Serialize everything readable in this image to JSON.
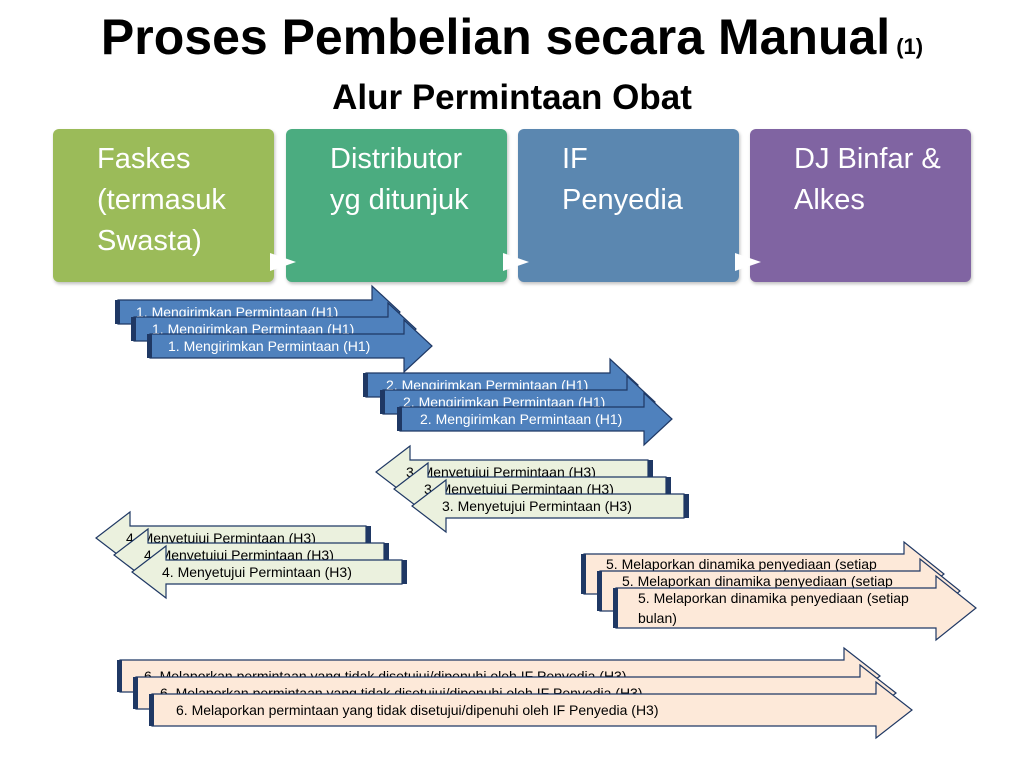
{
  "header": {
    "title": "Proses Pembelian secara Manual",
    "title_number": "(1)",
    "subtitle": "Alur Permintaan Obat"
  },
  "boxes": [
    {
      "lines": [
        "Faskes",
        "(termasuk",
        "Swasta)"
      ],
      "color": "#9bbb59"
    },
    {
      "lines": [
        "Distributor",
        "yg ditunjuk"
      ],
      "color": "#4bac80"
    },
    {
      "lines": [
        "IF",
        "Penyedia"
      ],
      "color": "#5b87b0"
    },
    {
      "lines": [
        "DJ Binfar &",
        "Alkes"
      ],
      "color": "#8064a2"
    }
  ],
  "steps": [
    {
      "text": "1. Mengirimkan Permintaan (H1)",
      "direction": "right",
      "color": "#4f81bd",
      "label_color": "#1f3864"
    },
    {
      "text": "2. Mengirimkan Permintaan (H1)",
      "direction": "right",
      "color": "#4f81bd",
      "label_color": "#1f3864"
    },
    {
      "text": "3. Menyetujui Permintaan (H3)",
      "direction": "left",
      "color": "#ebf1de",
      "label_color": "#1f3864"
    },
    {
      "text": "4. Menyetujui Permintaan (H3)",
      "direction": "left",
      "color": "#ebf1de",
      "label_color": "#1f3864"
    },
    {
      "text_lines": [
        "5. Melaporkan dinamika  penyediaan (setiap",
        "bulan)"
      ],
      "direction": "right",
      "color": "#fde9d9",
      "label_color": "#1f3864"
    },
    {
      "text": "6. Melaporkan permintaan yang tidak disetujui/dipenuhi oleh IF Penyedia (H3)",
      "direction": "right",
      "color": "#fde9d9",
      "label_color": "#1f3864"
    }
  ]
}
